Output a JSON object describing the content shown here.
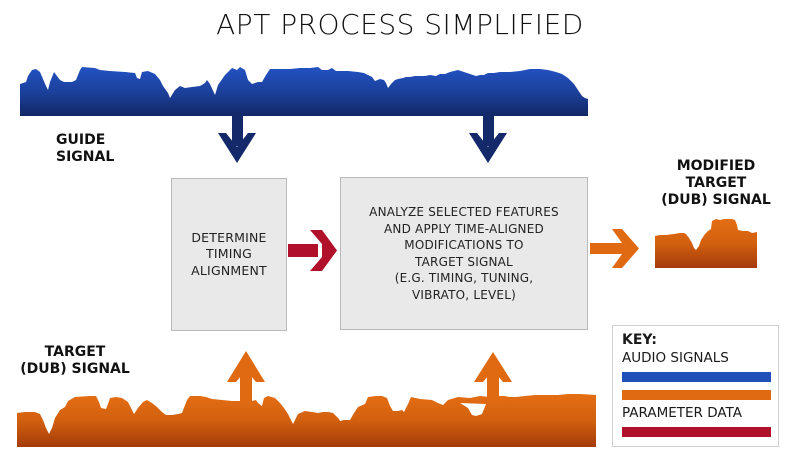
{
  "title": "APT PROCESS SIMPLIFIED",
  "labels": {
    "guide_signal": [
      "GUIDE",
      "SIGNAL"
    ],
    "target_signal": [
      "TARGET",
      "(DUB) SIGNAL"
    ],
    "modified_signal": [
      "MODIFIED",
      "TARGET",
      "(DUB) SIGNAL"
    ]
  },
  "boxes": {
    "timing": [
      "DETERMINE",
      "TIMING",
      "ALIGNMENT"
    ],
    "analyze": [
      "ANALYZE SELECTED FEATURES",
      "AND APPLY TIME-ALIGNED",
      "MODIFICATIONS TO",
      "TARGET SIGNAL",
      "(E.G. TIMING, TUNING,",
      "VIBRATO, LEVEL)"
    ]
  },
  "key": {
    "title": "KEY:",
    "audio_label": "AUDIO SIGNALS",
    "parameter_label": "PARAMETER DATA"
  },
  "colors": {
    "audio_blue_top": "#2050c0",
    "audio_blue_bottom": "#13296a",
    "audio_orange_top": "#e06a12",
    "audio_orange_bottom": "#a83c0c",
    "guide_arrow": "#13296a",
    "target_arrow": "#e06a12",
    "parameter_red": "#b0102a",
    "key_blue": "#1f4fb8",
    "key_orange": "#e06a12",
    "key_red": "#b0102a",
    "box_fill": "#e9e9e9"
  }
}
